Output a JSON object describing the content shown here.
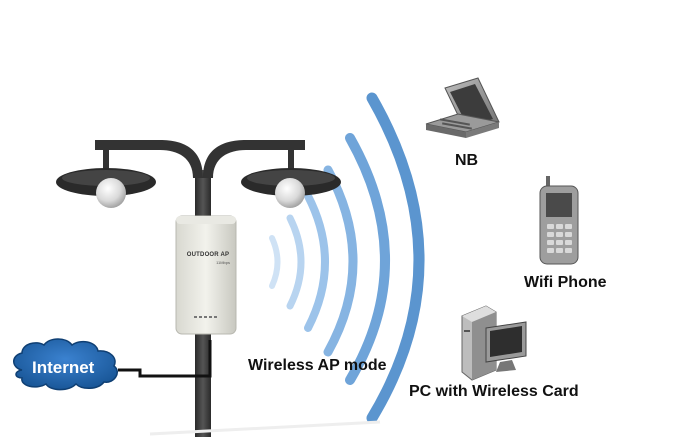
{
  "labels": {
    "nb": "NB",
    "wifi_phone": "Wifi Phone",
    "pc": "PC with Wireless Card",
    "ap_mode": "Wireless AP mode",
    "internet": "Internet"
  },
  "device": {
    "title": "OUTDOOR AP",
    "subtitle": "11Mbps"
  },
  "colors": {
    "wave": "#5b9bd5",
    "cloud": "#1f5fa8",
    "pole": "#3a3a3a"
  }
}
